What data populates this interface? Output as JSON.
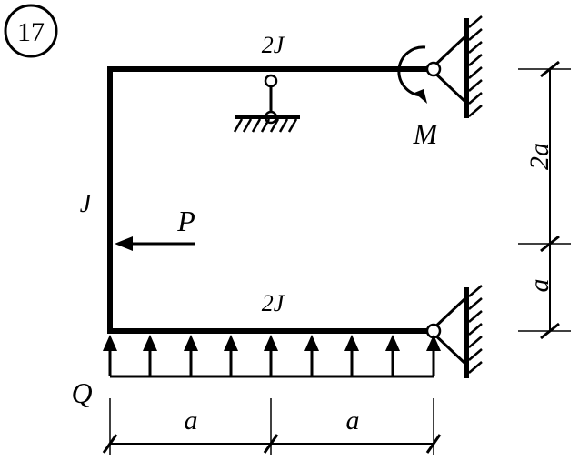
{
  "problem_number": "17",
  "labels": {
    "top_beam_stiffness": "2J",
    "bottom_beam_stiffness": "2J",
    "left_column_stiffness": "J",
    "force_p": "P",
    "moment_m": "M",
    "distributed_q": "Q",
    "dim_top_right": "2a",
    "dim_bottom_right": "a",
    "dim_bottom_left": "a",
    "dim_bottom_right_span": "a"
  },
  "colors": {
    "stroke": "#000000",
    "background": "#ffffff"
  }
}
